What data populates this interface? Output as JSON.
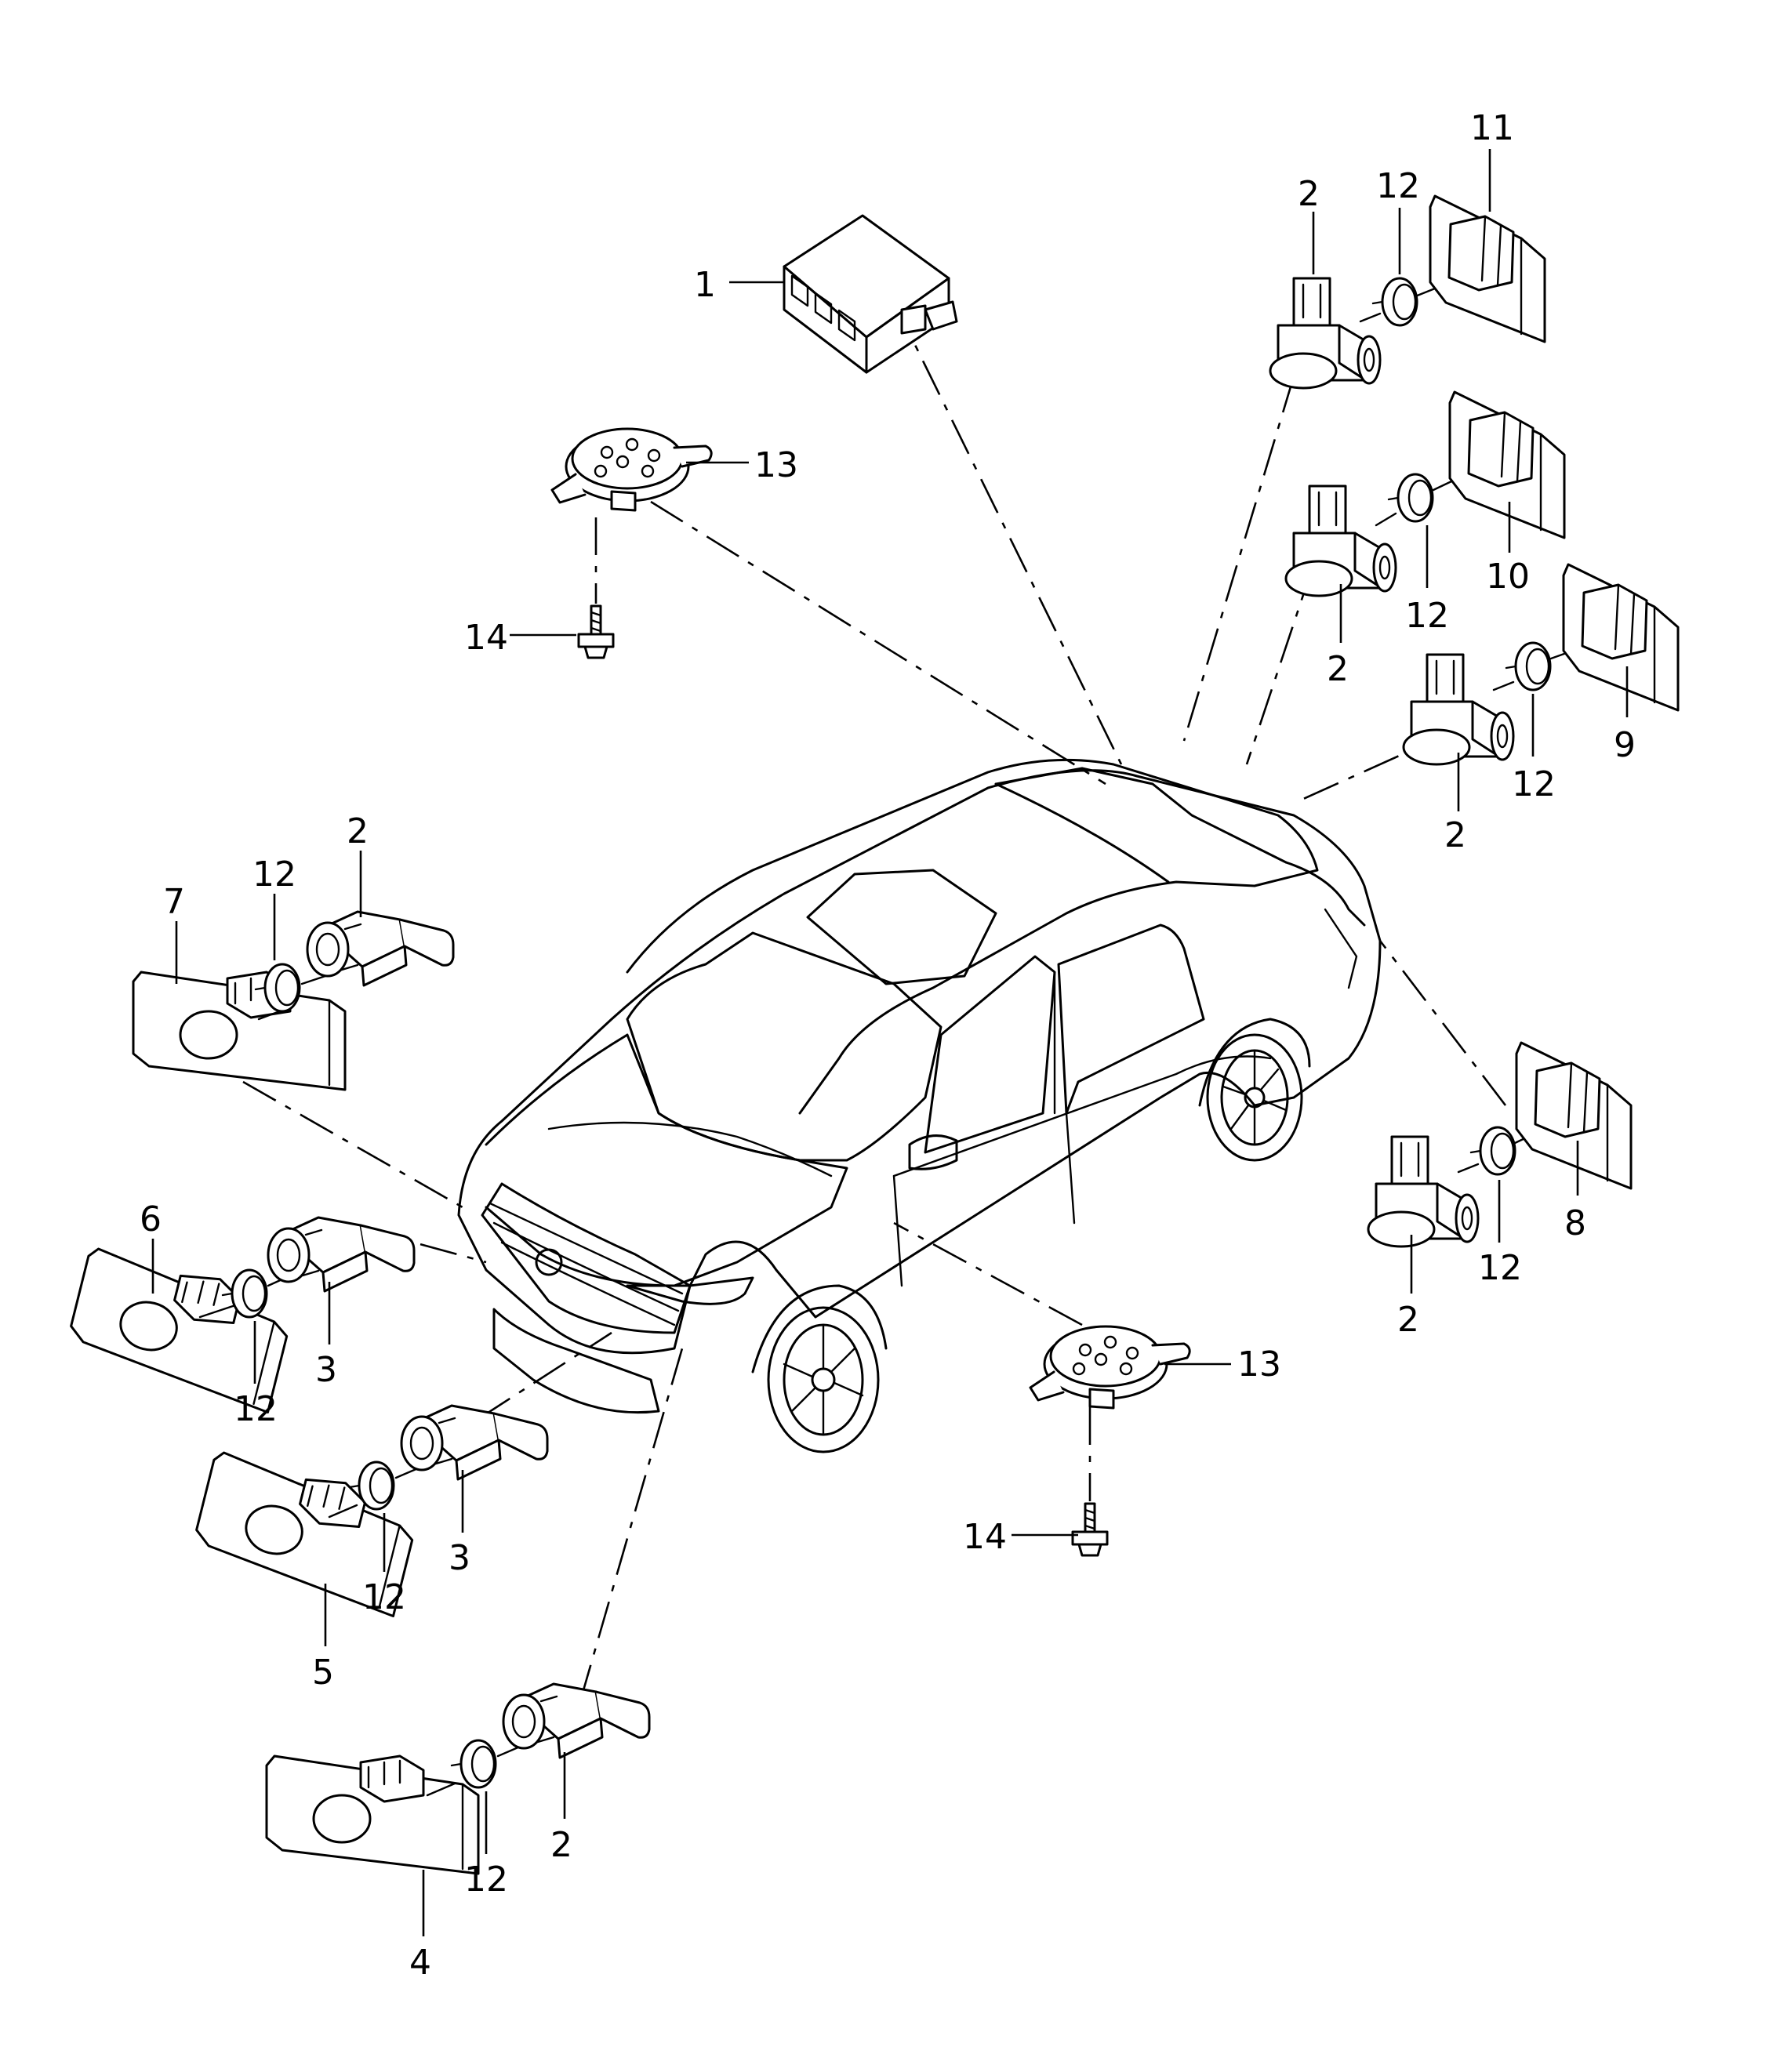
{
  "callouts": [
    {
      "id": "c1",
      "text": "1"
    },
    {
      "id": "c2a",
      "text": "2"
    },
    {
      "id": "c12a",
      "text": "12"
    },
    {
      "id": "c11",
      "text": "11"
    },
    {
      "id": "c13a",
      "text": "13"
    },
    {
      "id": "c14a",
      "text": "14"
    },
    {
      "id": "c12b",
      "text": "12"
    },
    {
      "id": "c10",
      "text": "10"
    },
    {
      "id": "c2b",
      "text": "2"
    },
    {
      "id": "c9",
      "text": "9"
    },
    {
      "id": "c12c",
      "text": "12"
    },
    {
      "id": "c2c",
      "text": "2"
    },
    {
      "id": "c7",
      "text": "7"
    },
    {
      "id": "c12d",
      "text": "12"
    },
    {
      "id": "c2d",
      "text": "2"
    },
    {
      "id": "c8",
      "text": "8"
    },
    {
      "id": "c12e",
      "text": "12"
    },
    {
      "id": "c2e",
      "text": "2"
    },
    {
      "id": "c6",
      "text": "6"
    },
    {
      "id": "c12f",
      "text": "12"
    },
    {
      "id": "c3a",
      "text": "3"
    },
    {
      "id": "c13b",
      "text": "13"
    },
    {
      "id": "c14b",
      "text": "14"
    },
    {
      "id": "c12g",
      "text": "12"
    },
    {
      "id": "c3b",
      "text": "3"
    },
    {
      "id": "c5",
      "text": "5"
    },
    {
      "id": "c12h",
      "text": "12"
    },
    {
      "id": "c2f",
      "text": "2"
    },
    {
      "id": "c4",
      "text": "4"
    }
  ]
}
